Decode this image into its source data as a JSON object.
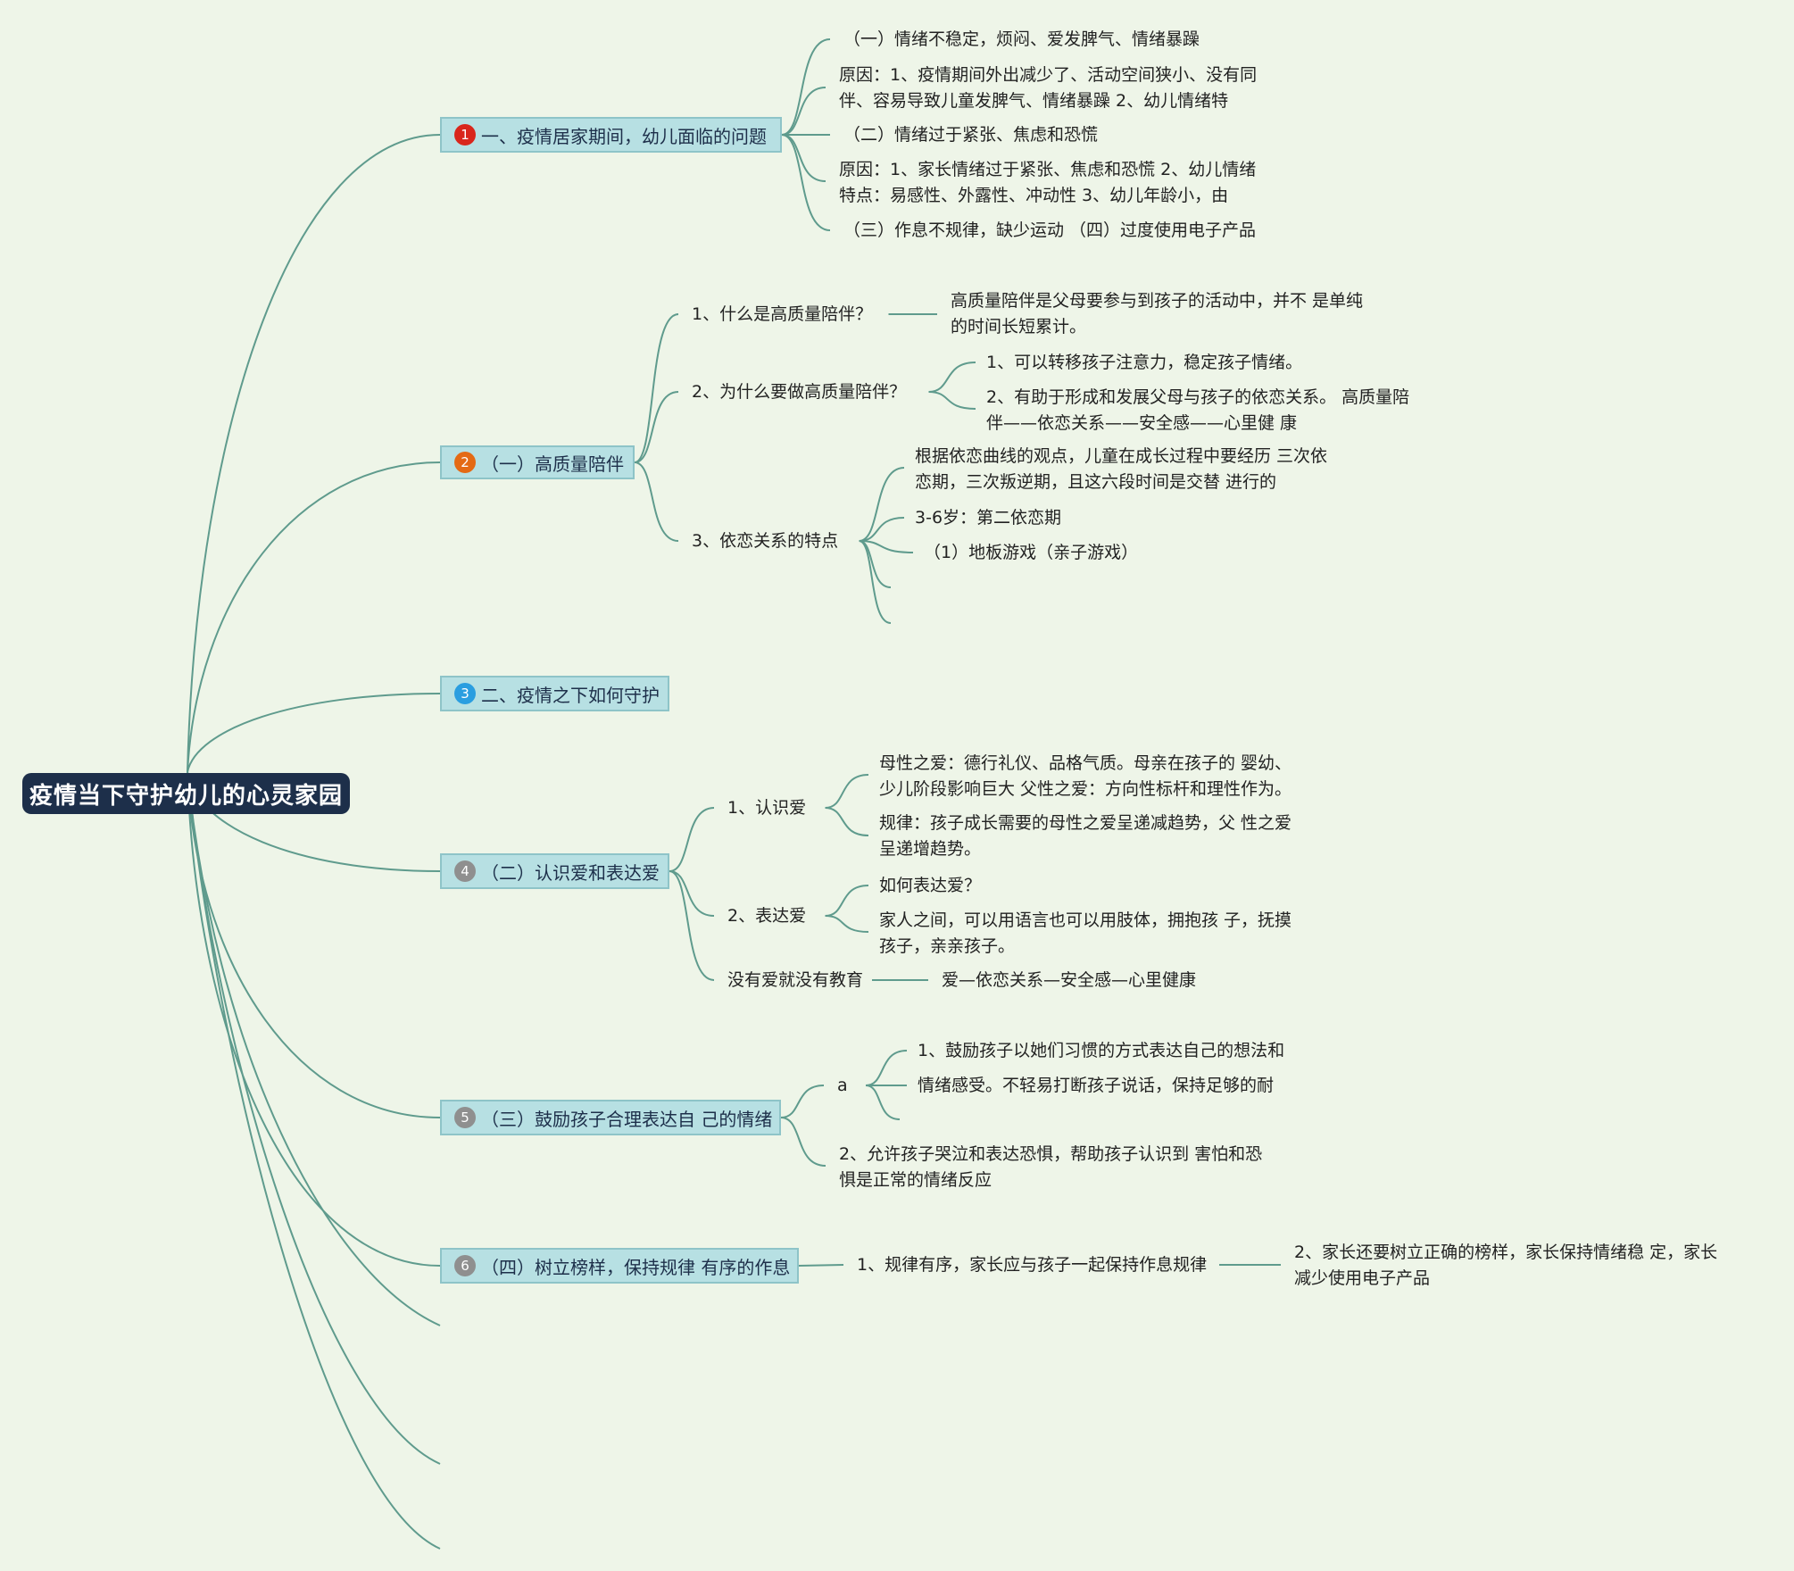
{
  "colors": {
    "background": "#eef5e8",
    "link": "#5f9b8d",
    "root_fill": "#1d2f4a",
    "branch_fill": "#b7e0e3",
    "badge_1": "#d9261c",
    "badge_2": "#e46a14",
    "badge_3": "#2a9ee0",
    "badge_other": "#8f8f8f"
  },
  "root": {
    "title": "疫情当下守护幼儿的心灵家园"
  },
  "branches": [
    {
      "badge": "1",
      "label": "一、疫情居家期间，幼儿面临的问题",
      "children": [
        {
          "text": "（一）情绪不稳定，烦闷、爱发脾气、情绪暴躁"
        },
        {
          "text": "原因：1、疫情期间外出减少了、活动空间狭小、没有同\n伴、容易导致儿童发脾气、情绪暴躁 2、幼儿情绪特"
        },
        {
          "text": "（二）情绪过于紧张、焦虑和恐慌"
        },
        {
          "text": "原因：1、家长情绪过于紧张、焦虑和恐慌 2、幼儿情绪\n特点：易感性、外露性、冲动性 3、幼儿年龄小，由"
        },
        {
          "text": "（三）作息不规律，缺少运动 （四）过度使用电子产品"
        }
      ]
    },
    {
      "badge": "2",
      "label": "（一）高质量陪伴",
      "children": [
        {
          "text": "1、什么是高质量陪伴？",
          "children": [
            {
              "text": "高质量陪伴是父母要参与到孩子的活动中，并不 是单纯\n的时间长短累计。"
            }
          ]
        },
        {
          "text": "2、为什么要做高质量陪伴？",
          "children": [
            {
              "text": "1、可以转移孩子注意力，稳定孩子情绪。"
            },
            {
              "text": "2、有助于形成和发展父母与孩子的依恋关系。 高质量陪\n伴——依恋关系——安全感——心里健 康"
            }
          ]
        },
        {
          "text": "3、依恋关系的特点",
          "children": [
            {
              "text": "根据依恋曲线的观点，儿童在成长过程中要经历 三次依\n恋期，三次叛逆期，且这六段时间是交替 进行的"
            },
            {
              "text": "3-6岁：第二依恋期"
            },
            {
              "text": "（1）地板游戏（亲子游戏）"
            },
            {
              "text": ""
            },
            {
              "text": ""
            }
          ]
        }
      ]
    },
    {
      "badge": "3",
      "label": "二、疫情之下如何守护",
      "children": []
    },
    {
      "badge": "4",
      "label": "（二）认识爱和表达爱",
      "children": [
        {
          "text": "1、认识爱",
          "children": [
            {
              "text": "母性之爱：德行礼仪、品格气质。母亲在孩子的 婴幼、\n少儿阶段影响巨大 父性之爱：方向性标杆和理性作为。"
            },
            {
              "text": "规律：孩子成长需要的母性之爱呈递减趋势，父 性之爱\n呈递增趋势。"
            }
          ]
        },
        {
          "text": "2、表达爱",
          "children": [
            {
              "text": "如何表达爱？"
            },
            {
              "text": "家人之间，可以用语言也可以用肢体，拥抱孩 子，抚摸\n孩子，亲亲孩子。"
            }
          ]
        },
        {
          "text": "没有爱就没有教育",
          "children": [
            {
              "text": "爱—依恋关系—安全感—心里健康"
            }
          ]
        }
      ]
    },
    {
      "badge": "5",
      "label": "（三）鼓励孩子合理表达自 己的情绪",
      "children": [
        {
          "text": "a",
          "children": [
            {
              "text": "1、鼓励孩子以她们习惯的方式表达自己的想法和"
            },
            {
              "text": "情绪感受。不轻易打断孩子说话，保持足够的耐"
            },
            {
              "text": ""
            }
          ]
        },
        {
          "text": "2、允许孩子哭泣和表达恐惧，帮助孩子认识到 害怕和恐\n惧是正常的情绪反应"
        }
      ]
    },
    {
      "badge": "6",
      "label": "（四）树立榜样，保持规律 有序的作息",
      "children": [
        {
          "text": "1、规律有序，家长应与孩子一起保持作息规律",
          "children": [
            {
              "text": "2、家长还要树立正确的榜样，家长保持情绪稳 定，家长\n减少使用电子产品"
            }
          ]
        }
      ]
    }
  ]
}
